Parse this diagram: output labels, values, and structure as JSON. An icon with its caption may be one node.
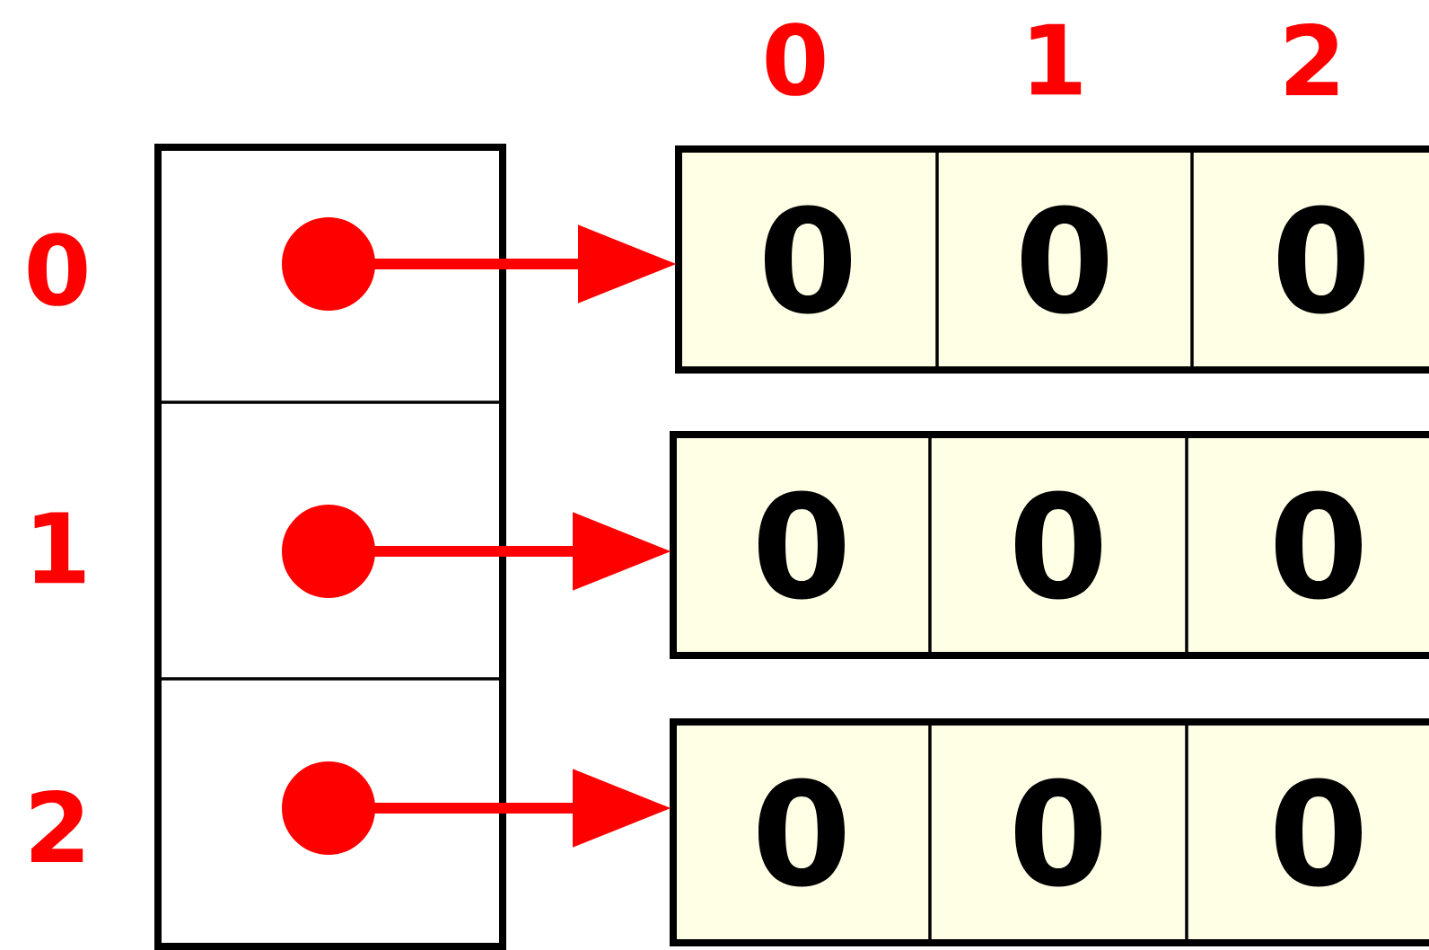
{
  "diagram": {
    "nodes": [
      {
        "text": [],
        "shape": "box"
      },
      {
        "text": [],
        "shape": "box",
        "in": 0
      },
      {
        "text": [],
        "shape": "box",
        "in": 0
      },
      {
        "text": [],
        "shape": "box",
        "in": 0
      },
      {
        "text": [],
        "shape": "box"
      },
      {
        "text": [
          "0"
        ],
        "in": 4
      },
      {
        "text": [
          "0"
        ],
        "in": 4
      },
      {
        "text": [
          "0"
        ],
        "in": 4
      },
      {
        "text": [],
        "shape": "box"
      },
      {
        "text": [
          "0"
        ],
        "in": 8
      },
      {
        "text": [
          "0"
        ],
        "in": 8
      },
      {
        "text": [
          "0"
        ],
        "in": 8
      },
      {
        "text": [],
        "shape": "box"
      },
      {
        "text": [
          "0"
        ],
        "in": 12
      },
      {
        "text": [
          "0"
        ],
        "in": 12
      },
      {
        "text": [
          "0"
        ],
        "in": 12
      }
    ],
    "edges": [
      {
        "from": 1,
        "to": 4,
        "arrow": "to"
      },
      {
        "from": 2,
        "to": 8,
        "arrow": "to"
      },
      {
        "from": 3,
        "to": 12,
        "arrow": "to"
      }
    ],
    "labels": [
      "0",
      "1",
      "2",
      "0",
      "1",
      "2"
    ]
  }
}
